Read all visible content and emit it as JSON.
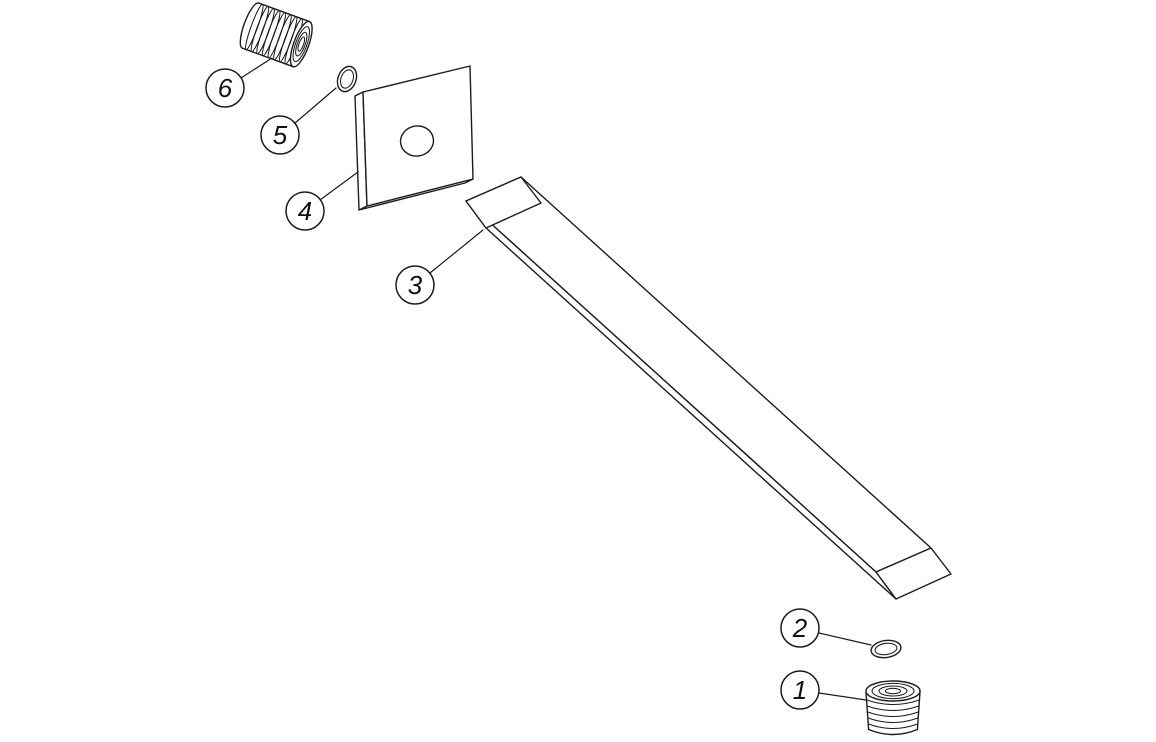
{
  "diagram": {
    "type": "exploded-parts-diagram",
    "background_color": "#ffffff",
    "line_color": "#1c1c1c",
    "callouts": [
      {
        "number": "6",
        "part": "threaded-wall-connector"
      },
      {
        "number": "5",
        "part": "small-o-ring"
      },
      {
        "number": "4",
        "part": "square-cover-plate"
      },
      {
        "number": "3",
        "part": "square-shower-arm-tube"
      },
      {
        "number": "2",
        "part": "o-ring-seal"
      },
      {
        "number": "1",
        "part": "threaded-adapter"
      }
    ]
  }
}
